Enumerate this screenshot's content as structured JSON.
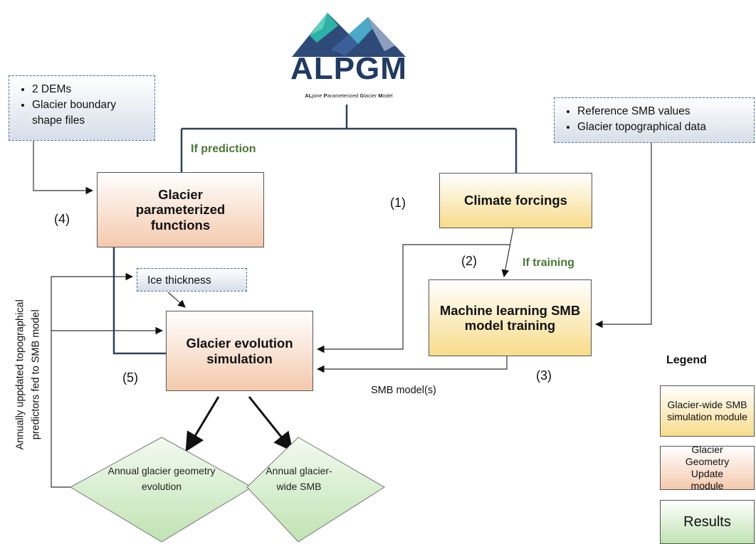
{
  "logo": {
    "wordmark": "ALPGM",
    "subtitle_parts": [
      "AL",
      "pine ",
      "P",
      "arameterized ",
      "G",
      "lacier ",
      "M",
      "odel"
    ]
  },
  "inputs": {
    "dems_box": [
      "2 DEMs",
      "Glacier boundary shape files"
    ],
    "reference_box": [
      "Reference SMB values",
      "Glacier topographical data"
    ],
    "ice_thickness": "Ice thickness"
  },
  "modules": {
    "glacier_param_functions": "Glacier parameterized functions",
    "climate_forcings": "Climate forcings",
    "ml_training": "Machine learning SMB model training",
    "glacier_evolution": "Glacier evolution simulation"
  },
  "step_labels": {
    "s1": "(1)",
    "s2": "(2)",
    "s3": "(3)",
    "s4": "(4)",
    "s5": "(5)"
  },
  "branch_labels": {
    "prediction": "If prediction",
    "training": "If training",
    "smb_models": "SMB model(s)"
  },
  "results": {
    "geometry": "Annual glacier geometry evolution",
    "smb": "Annual glacier-wide SMB"
  },
  "feedback_label_lines": [
    "Annually uppdated topographical",
    "predictors fed to SMB model"
  ],
  "legend": {
    "title": "Legend",
    "smb_module": "Glacier-wide SMB simulation module",
    "geometry_module": "Glacier Geometry Update module",
    "results": "Results"
  },
  "colors": {
    "logo_navy": "#1f3a63",
    "logo_teal": "#2bb3a6",
    "geometry_module_fill": "#f4c9ad",
    "smb_module_fill": "#f8dc8a",
    "results_fill": "#bfe3b2",
    "branch_line": "#2f4058",
    "input_box_border": "#4a6d98",
    "branch_label_green": "#4a7a34"
  }
}
